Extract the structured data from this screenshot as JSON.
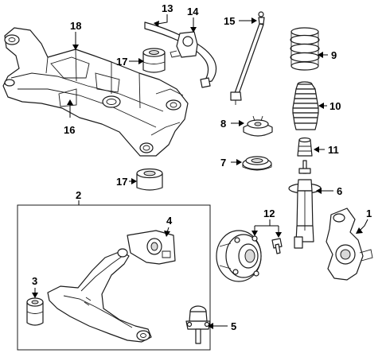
{
  "callouts": {
    "c1": "1",
    "c2": "2",
    "c3": "3",
    "c4": "4",
    "c5": "5",
    "c6": "6",
    "c7": "7",
    "c8": "8",
    "c9": "9",
    "c10": "10",
    "c11": "11",
    "c12": "12",
    "c13": "13",
    "c14": "14",
    "c15": "15",
    "c16": "16",
    "c17a": "17",
    "c17b": "17",
    "c18": "18"
  }
}
